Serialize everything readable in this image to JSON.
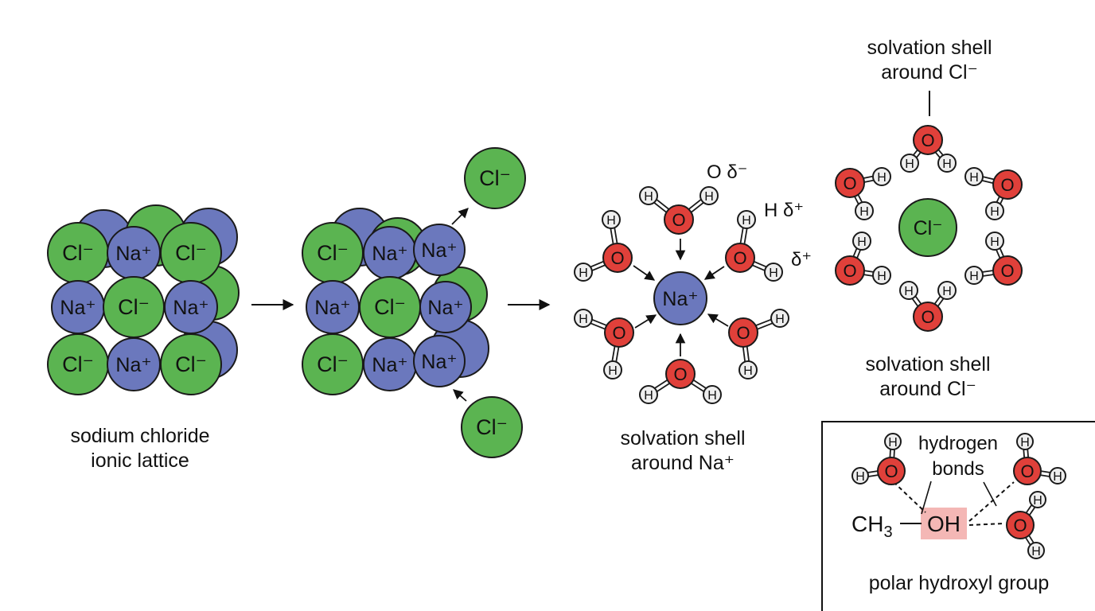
{
  "colors": {
    "chloride": "#5bb451",
    "sodium": "#6b78bd",
    "oxygen": "#e0403a",
    "hydrogen": "#eeeeee",
    "highlight": "#f4b7b5",
    "outline": "#1a1a1a"
  },
  "ions": {
    "cl": "Cl⁻",
    "na": "Na⁺"
  },
  "atoms": {
    "o": "O",
    "h": "H"
  },
  "lattice": {
    "caption_line1": "sodium chloride",
    "caption_line2": "ionic lattice"
  },
  "sodium_shell": {
    "caption_line1": "solvation shell",
    "caption_line2": "around Na⁺",
    "o_partial": "O δ⁻",
    "h_partial": "H δ⁺",
    "delta_plus": "δ⁺"
  },
  "chloride_shell": {
    "top_label_line1": "solvation shell",
    "top_label_line2": "around Cl⁻",
    "bottom_label_line1": "solvation shell",
    "bottom_label_line2": "around Cl⁻"
  },
  "hydroxyl_panel": {
    "group_ch3": "CH3",
    "group_oh": "OH",
    "bonds_label_line1": "hydrogen",
    "bonds_label_line2": "bonds",
    "caption": "polar hydroxyl group"
  }
}
